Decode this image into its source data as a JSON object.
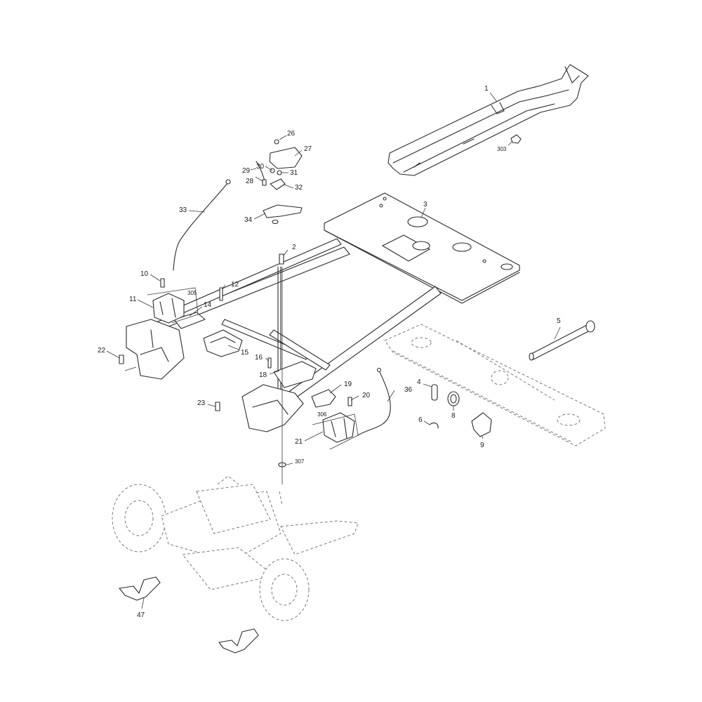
{
  "callouts": {
    "c1": "1",
    "c2": "2",
    "c3": "3",
    "c4": "4",
    "c5": "5",
    "c6": "6",
    "c8": "8",
    "c9": "9",
    "c10": "10",
    "c11": "11",
    "c12": "12",
    "c14": "14",
    "c15": "15",
    "c16": "16",
    "c18": "18",
    "c19": "19",
    "c20": "20",
    "c21": "21",
    "c22": "22",
    "c23": "23",
    "c26": "26",
    "c27": "27",
    "c28": "28",
    "c29": "29",
    "c30": "30",
    "c31": "31",
    "c32": "32",
    "c33": "33",
    "c34": "34",
    "c36": "36",
    "c47": "47",
    "c303": "303",
    "c305": "305",
    "c306": "306",
    "c307": "307"
  }
}
